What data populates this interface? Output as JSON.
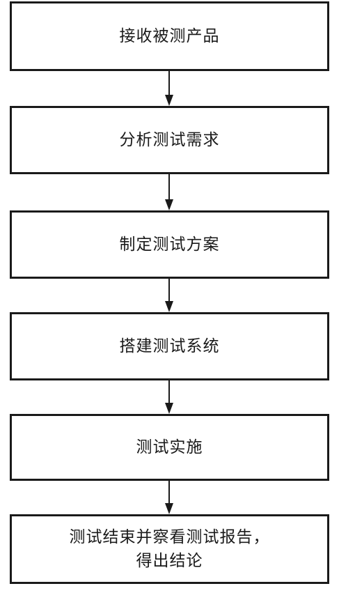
{
  "flowchart": {
    "steps": [
      {
        "label": "接收被测产品"
      },
      {
        "label": "分析测试需求"
      },
      {
        "label": "制定测试方案"
      },
      {
        "label": "搭建测试系统"
      },
      {
        "label": "测试实施"
      },
      {
        "label": "测试结束并察看测试报告，",
        "label_line2": "得出结论"
      }
    ]
  },
  "colors": {
    "stroke": "#1a1a1a",
    "background": "#ffffff"
  }
}
